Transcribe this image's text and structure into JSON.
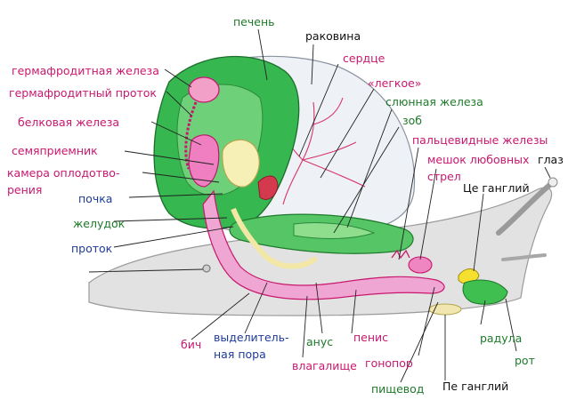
{
  "colors": {
    "pink": "#c8186e",
    "green": "#1e7a2a",
    "blue": "#1f3b9a",
    "black": "#111111",
    "liver": "#2fb84a",
    "shell": "#e9eef4",
    "body": "#dcdcdc",
    "gut": "#ea8fc8",
    "yellow": "#f4eeb0"
  },
  "labels": {
    "pechen": "печень",
    "rakovina": "раковина",
    "serdce": "сердце",
    "legkoe": "«легкое»",
    "slyunnaya": "слюнная железа",
    "zob": "зоб",
    "palcevidnye": "пальцевидные железы",
    "meshok1": "мешок любовных",
    "meshok2": "стрел",
    "glaz": "глаз",
    "ce_ganglij": "Це ганглий",
    "germ_zheleza": "гермафродитная железа",
    "germ_protok": "гермафродитный проток",
    "belkovaya": "белковая железа",
    "semyapriemnik": "семяприемник",
    "kamera1": "камера оплодотво-",
    "kamera2": "рения",
    "pochka": "почка",
    "zheludok": "желудок",
    "protok": "проток",
    "bich": "бич",
    "vydelit1": "выделитель-",
    "vydelit2": "ная пора",
    "anus": "анус",
    "penis": "пенис",
    "vlagalische": "влагалище",
    "gonopor": "гонопор",
    "radula": "радула",
    "rot": "рот",
    "pischevod": "пищевод",
    "pe_ganglij": "Пе ганглий"
  }
}
